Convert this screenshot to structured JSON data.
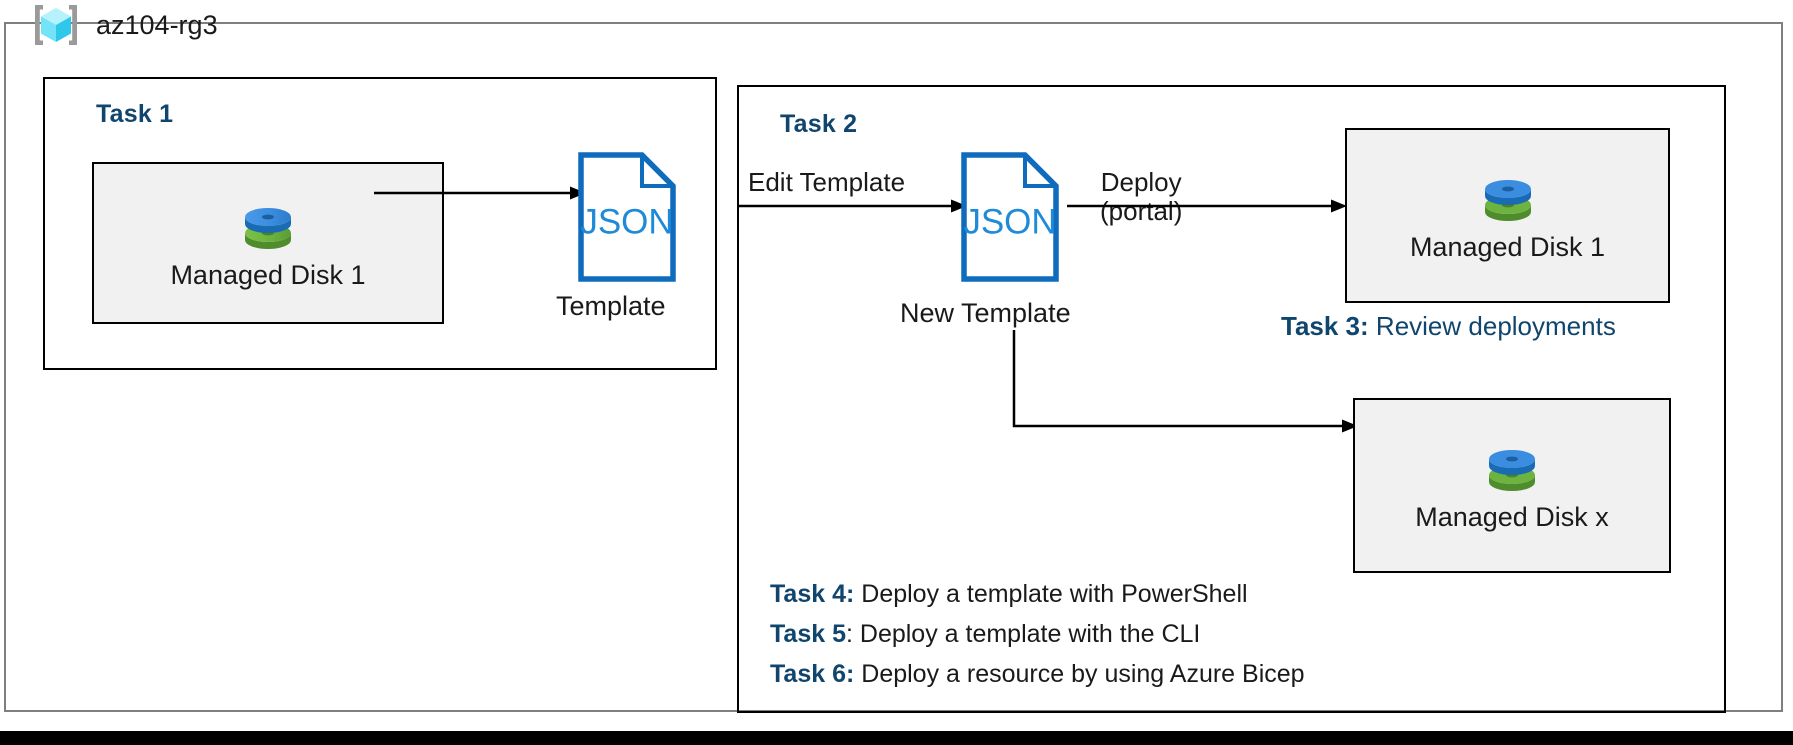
{
  "resource_group": {
    "name": "az104-rg3",
    "icon": "azure-resource-group-icon"
  },
  "task1": {
    "heading": "Task 1",
    "resource": {
      "label": "Managed Disk 1",
      "icon": "managed-disk-icon"
    },
    "document": {
      "icon": "json-file-icon",
      "icon_text": "JSON",
      "caption": "Template"
    },
    "arrow_label": ""
  },
  "task2": {
    "heading": "Task 2",
    "edit_arrow_label": "Edit Template",
    "document": {
      "icon": "json-file-icon",
      "icon_text": "JSON",
      "caption": "New Template"
    },
    "deploy_arrow_label_line1": "Deploy",
    "deploy_arrow_label_line2": "(portal)",
    "resource_top": {
      "label": "Managed Disk 1",
      "icon": "managed-disk-icon"
    },
    "resource_bottom": {
      "label": "Managed Disk x",
      "icon": "managed-disk-icon"
    }
  },
  "task3": {
    "key": "Task 3:",
    "description": "Review deployments"
  },
  "task4": {
    "key": "Task 4:",
    "description": "Deploy a template with PowerShell"
  },
  "task5": {
    "key": "Task 5",
    "colon": ":",
    "description": "Deploy a template with the CLI"
  },
  "task6": {
    "key": "Task 6:",
    "description": "Deploy a resource by using Azure Bicep"
  },
  "colors": {
    "task_heading_blue": "#10456e",
    "json_outline_blue": "#0f6cbd",
    "json_text_blue": "#1f8bd8",
    "resource_box_fill": "#f1f1f1",
    "frame_grey": "#7f7f7f",
    "disk_blue": "#3a8dde",
    "disk_green": "#6cb33f",
    "rg_icon_cyan": "#51e2f5"
  }
}
